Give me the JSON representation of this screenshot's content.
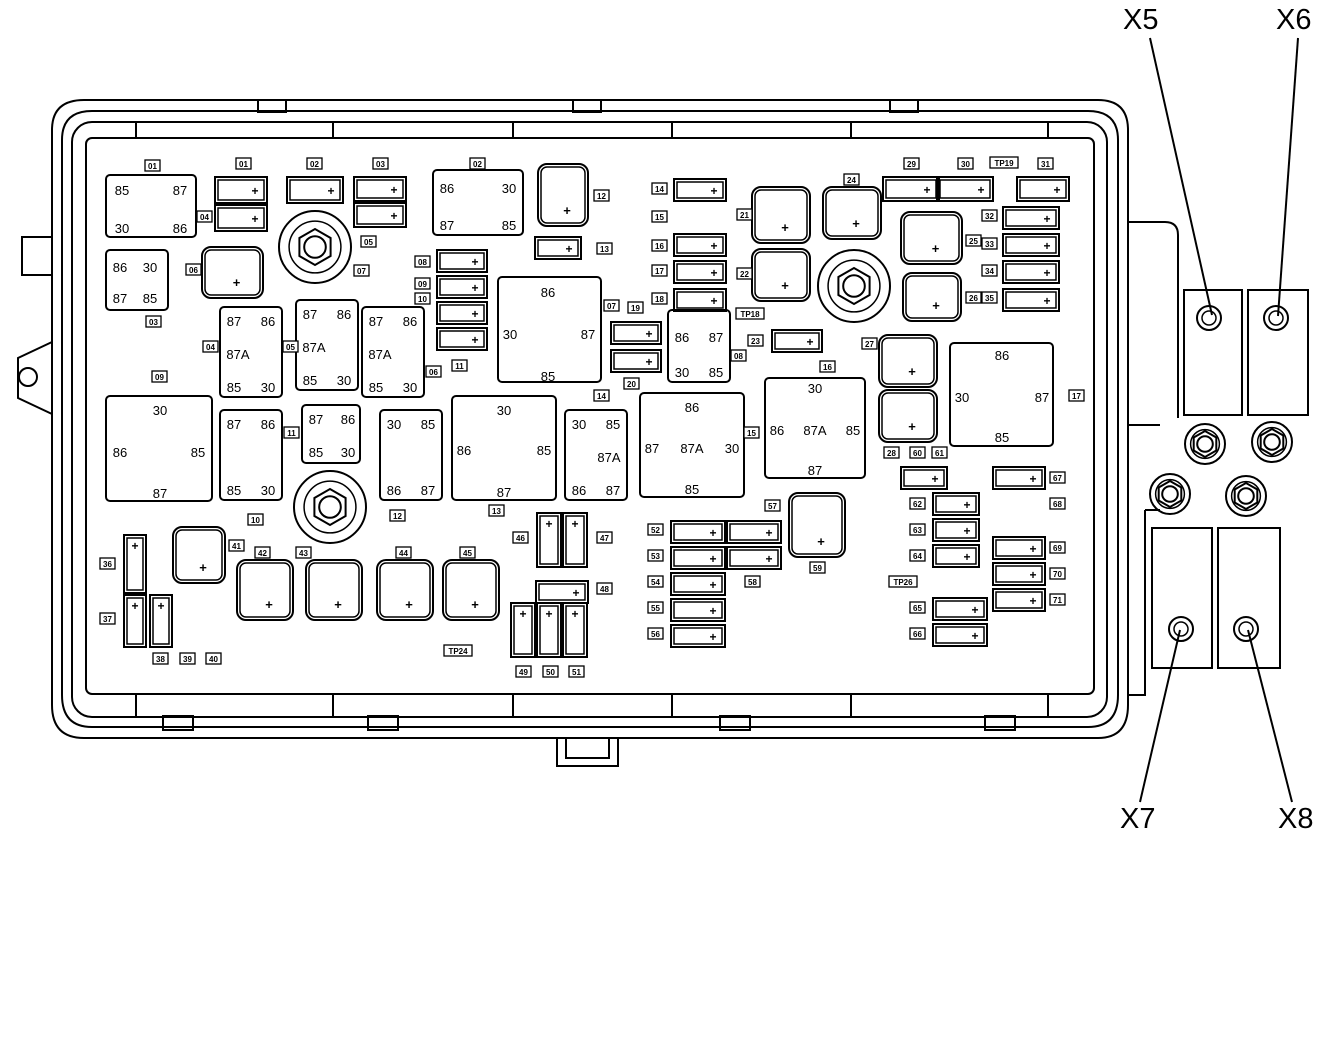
{
  "connectors": {
    "x5": "X5",
    "x6": "X6",
    "x7": "X7",
    "x8": "X8"
  },
  "relays": [
    {
      "t": [
        "85",
        "87",
        "30",
        "86"
      ]
    },
    {
      "t": [
        "86",
        "30",
        "87",
        "85"
      ]
    },
    {
      "t": [
        "86",
        "30",
        "87",
        "85"
      ]
    },
    {
      "t": [
        "86",
        "30",
        "87",
        "85"
      ]
    },
    {
      "t": [
        "87",
        "86",
        "87A",
        "85",
        "30"
      ]
    },
    {
      "t": [
        "87",
        "86",
        "87A",
        "85",
        "30"
      ]
    },
    {
      "t": [
        "87",
        "86",
        "87A",
        "85",
        "30"
      ]
    },
    {
      "t": [
        "30",
        "86",
        "85",
        "87"
      ]
    },
    {
      "t": [
        "87",
        "86",
        "85",
        "30"
      ]
    },
    {
      "t": [
        "87",
        "86",
        "85",
        "30"
      ]
    },
    {
      "t": [
        "30",
        "85",
        "86",
        "87"
      ]
    },
    {
      "t": [
        "30",
        "86",
        "85",
        "87"
      ]
    },
    {
      "t": [
        "30",
        "85",
        "87A",
        "86",
        "87"
      ]
    },
    {
      "t": [
        "86",
        "87",
        "87A",
        "30",
        "85"
      ]
    },
    {
      "t": [
        "30",
        "86",
        "87A",
        "85",
        "87"
      ]
    },
    {
      "t": [
        "86",
        "30",
        "87",
        "85"
      ]
    },
    {
      "t": [
        "86",
        "87",
        "30",
        "85"
      ]
    }
  ],
  "labels": {
    "r01": "01",
    "r02": "02",
    "r03": "03",
    "r04": "04",
    "r05": "05",
    "r06": "06",
    "r07": "07",
    "r08": "08",
    "r09": "09",
    "r10": "10",
    "r11": "11",
    "r12": "12",
    "r13": "13",
    "r14": "14",
    "r15": "15",
    "r16": "16",
    "r17": "17",
    "f01": "01",
    "f02": "02",
    "f03": "03",
    "f04": "04",
    "f05": "05",
    "f06": "06",
    "f07": "07",
    "f08": "08",
    "f09": "09",
    "f10": "10",
    "f11": "11",
    "f12": "12",
    "f13": "13",
    "f14": "14",
    "f15": "15",
    "f16": "16",
    "f17": "17",
    "f18": "18",
    "f19": "19",
    "f20": "20",
    "f21": "21",
    "f22": "22",
    "f23": "23",
    "f24": "24",
    "f25": "25",
    "f26": "26",
    "f27": "27",
    "f28": "28",
    "f29": "29",
    "f30": "30",
    "f31": "31",
    "f32": "32",
    "f33": "33",
    "f34": "34",
    "f35": "35",
    "f36": "36",
    "f37": "37",
    "f38": "38",
    "f39": "39",
    "f40": "40",
    "f41": "41",
    "f42": "42",
    "f43": "43",
    "f44": "44",
    "f45": "45",
    "f46": "46",
    "f47": "47",
    "f48": "48",
    "f49": "49",
    "f50": "50",
    "f51": "51",
    "f52": "52",
    "f53": "53",
    "f54": "54",
    "f55": "55",
    "f56": "56",
    "f57": "57",
    "f58": "58",
    "f59": "59",
    "f60": "60",
    "f61": "61",
    "f62": "62",
    "f63": "63",
    "f64": "64",
    "f65": "65",
    "f66": "66",
    "f67": "67",
    "f68": "68",
    "f69": "69",
    "f70": "70",
    "f71": "71",
    "tp18": "TP18",
    "tp19": "TP19",
    "tp24": "TP24",
    "tp26": "TP26"
  },
  "icons": {
    "fuse_terminal": "plus-glyph",
    "stud": "bolt-stud",
    "glyph": "+"
  }
}
